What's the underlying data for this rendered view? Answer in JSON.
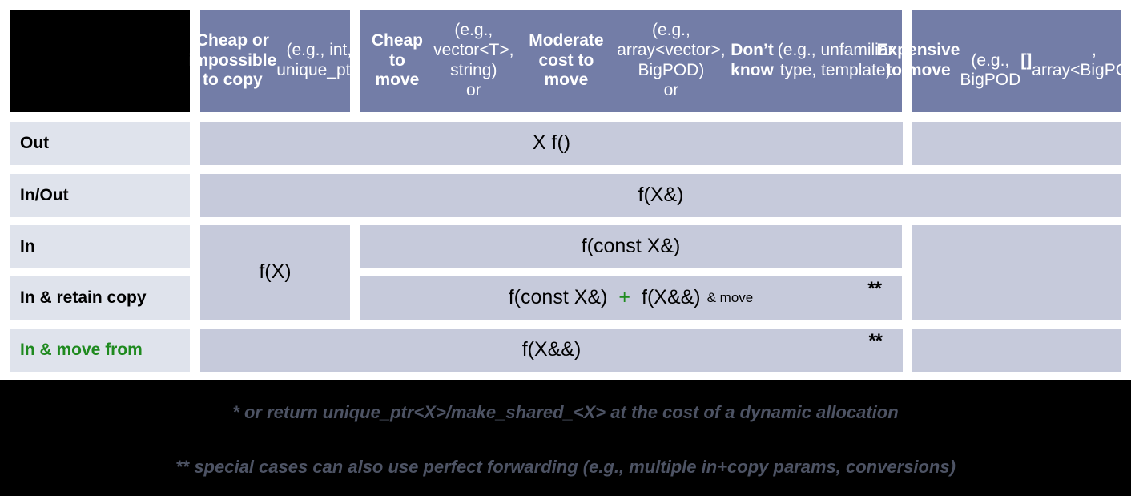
{
  "table": {
    "corner": {
      "name": "empty-corner-block"
    },
    "columns": [
      {
        "id": "cheap-or-impossible-to-copy",
        "html": "<b>Cheap or impossible to copy</b> (e.g., int, unique_ptr)",
        "plain": "Cheap or impossible to copy (e.g., int, unique_ptr)"
      },
      {
        "id": "cheap-to-move",
        "html": "<b>Cheap to move</b> (e.g., vector&lt;T&gt;, string)<br>or <b>Moderate cost to move</b> (e.g., array&lt;vector&gt;, BigPOD)<br>or <b>Don’t know</b> (e.g., unfamiliar type, template)",
        "plain": "Cheap to move (e.g., vector<T>, string) or Moderate cost to move (e.g., array<vector>, BigPOD) or Don’t know (e.g., unfamiliar type, template)"
      },
      {
        "id": "expensive-to-move",
        "html": "<b>Expensive to move</b><br>(e.g., BigPOD<b>[]</b>,<br>array&lt;BigPOD&gt;)",
        "plain": "Expensive to move (e.g., BigPOD[], array<BigPOD>)"
      }
    ],
    "rows": [
      {
        "id": "out",
        "label": "Out",
        "green": false
      },
      {
        "id": "in-out",
        "label": "In/Out",
        "green": false
      },
      {
        "id": "in",
        "label": "In",
        "green": false
      },
      {
        "id": "in-retain-copy",
        "label": "In & retain copy",
        "green": false
      },
      {
        "id": "in-move-from",
        "label": "In & move from",
        "green": true
      }
    ],
    "cells": {
      "out_wide": "X f()",
      "inout_wide": "f(X&)",
      "in_cheap_copy": "f(X)",
      "in_mid": "f(const X&)",
      "retain_left": "f(const X&)",
      "retain_plus": "+",
      "retain_right": "f(X&&)",
      "retain_right_note": "& move",
      "movefrom_wide": "f(X&&)",
      "double_star": "**"
    }
  },
  "footnotes": {
    "single": "* or return unique_ptr<X>/make_shared_<X> at the cost of a dynamic allocation",
    "double": "** special cases can also use perfect forwarding (e.g., multiple in+copy params, conversions)"
  },
  "colors": {
    "header_blue": "#737da7",
    "data_cell": "#c6cadb",
    "row_label": "#dfe3ec",
    "green_text": "#1e8b1e",
    "black": "#000000",
    "footnote_gray": "#4d5364",
    "white": "#ffffff"
  }
}
